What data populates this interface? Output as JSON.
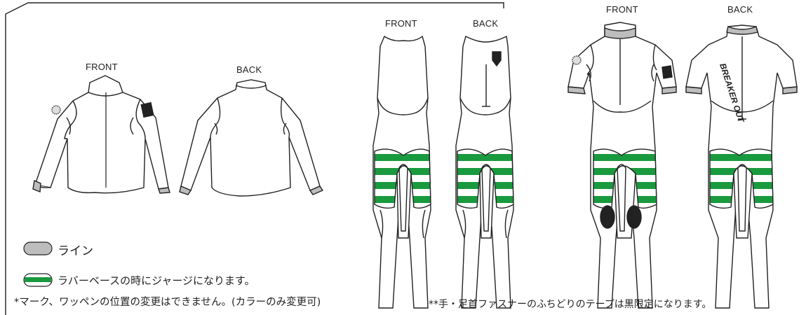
{
  "views": {
    "jacket_front": "FRONT",
    "jacket_back": "BACK",
    "longjohn_front": "FRONT",
    "longjohn_back": "BACK",
    "fullsuit_front": "FRONT",
    "fullsuit_back": "BACK"
  },
  "back_print": "BREAKER OUT",
  "legend": {
    "line_label": "ライン",
    "jersey_label": "ラバーベースの時にジャージになります。",
    "line_color": "#bdbdbd",
    "jersey_color": "#1a9a3f"
  },
  "notes": {
    "mark_note": "*マーク、ワッペンの位置の変更はできません。(カラーのみ変更可)",
    "tape_note": "**手・足首ファスナーのふちどりのテープは黒限定になります。"
  }
}
